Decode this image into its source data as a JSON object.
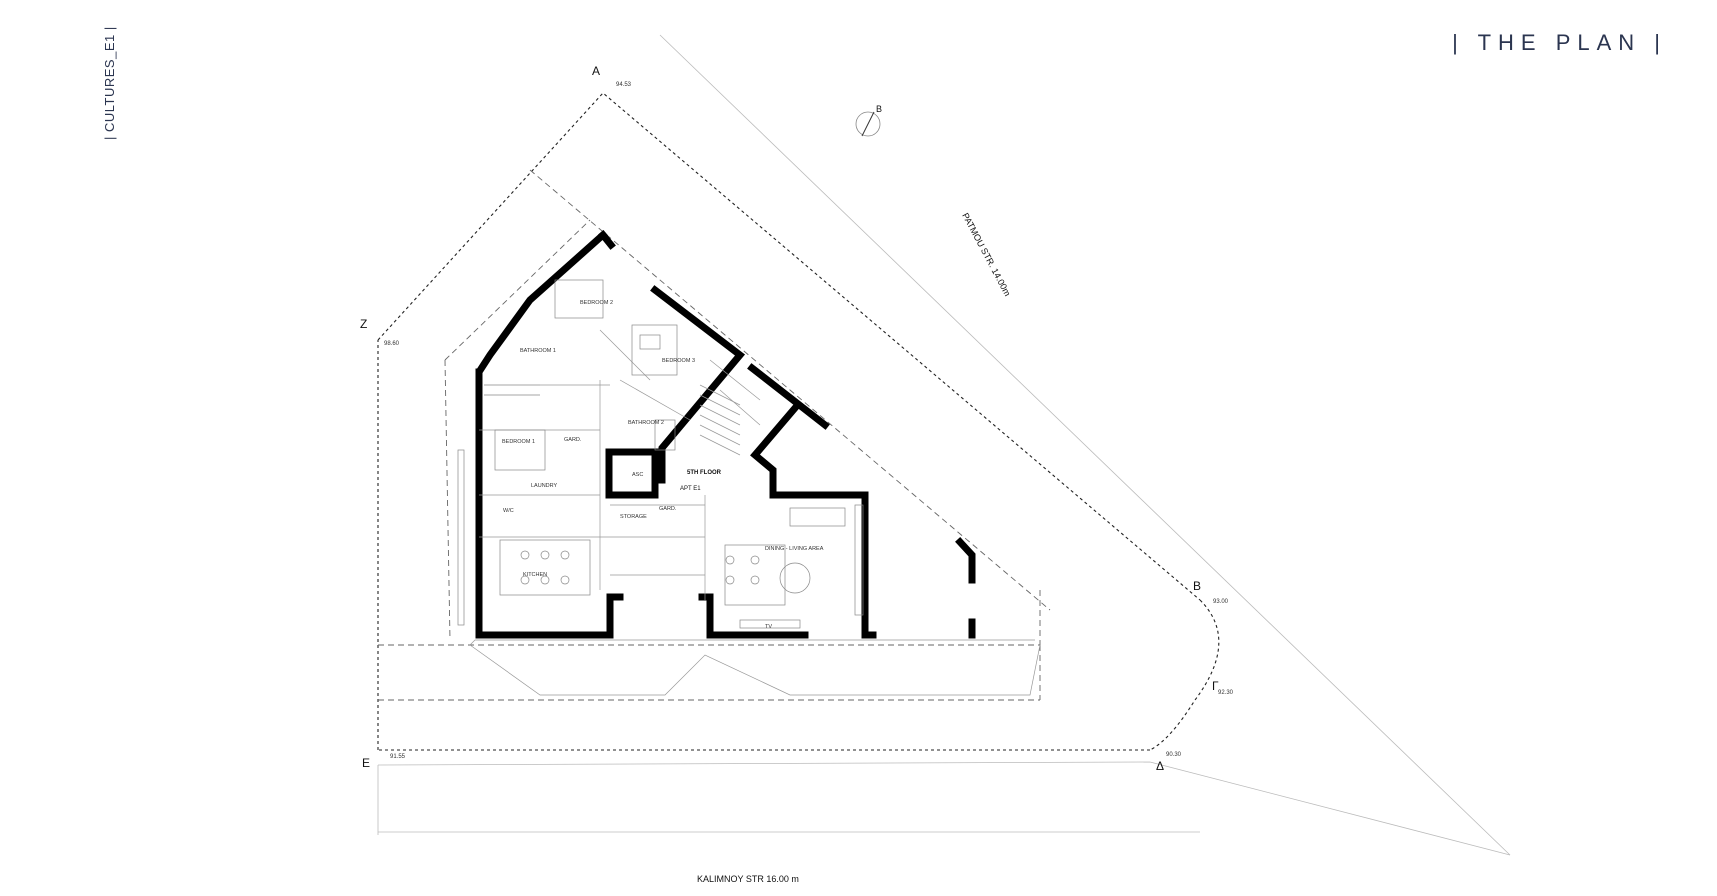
{
  "header": {
    "title": "| THE PLAN |"
  },
  "sidebar_tag": "| CULTURES_E1 |",
  "corners": {
    "a": "A",
    "b": "B",
    "g": "Γ",
    "d": "Δ",
    "e": "E",
    "z": "Z"
  },
  "elevations": {
    "a": "94.53",
    "b": "93.00",
    "g": "92.30",
    "d": "90.30",
    "e": "91.55",
    "z": "98.60"
  },
  "north_label": "B",
  "streets": {
    "patmou": "PATMOU STR. 14.00m",
    "kalimnoy": "KALIMNOY STR 16.00 m"
  },
  "rooms": {
    "bedroom2": "BEDROOM 2",
    "bathroom1": "BATHROOM 1",
    "bedroom3": "BEDROOM 3",
    "bathroom2": "BATHROOM 2",
    "bedroom1": "BEDROOM 1",
    "gard1": "GARD.",
    "laundry": "LAUNDRY",
    "wc": "W/C",
    "kitchen": "KITCHEN",
    "storage": "STORAGE",
    "gard2": "GARD.",
    "asc": "ASC",
    "floor": "5TH FLOOR",
    "apt": "APT E1",
    "dining": "DINING - LIVING AREA",
    "tv": "TV"
  },
  "colors": {
    "accent": "#2b3550",
    "wall": "#000000"
  }
}
